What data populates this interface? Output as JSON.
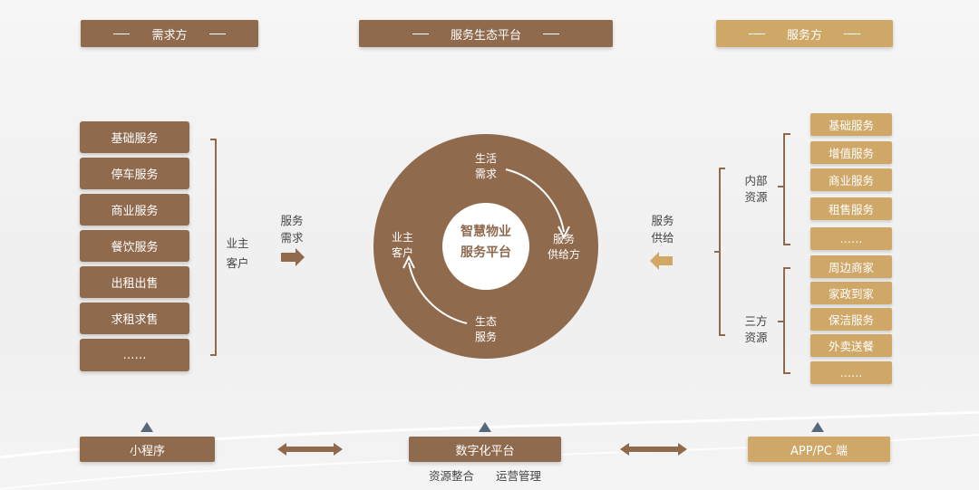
{
  "headers": {
    "demand": "需求方",
    "platform": "服务生态平台",
    "supply": "服务方"
  },
  "left_services": [
    "基础服务",
    "停车服务",
    "商业服务",
    "餐饮服务",
    "出租出售",
    "求租求售",
    "……"
  ],
  "left_group_label": [
    "业主",
    "客户"
  ],
  "left_arrow_label": [
    "服务",
    "需求"
  ],
  "circle": {
    "center": [
      "智慧物业",
      "服务平台"
    ],
    "top": [
      "生活",
      "需求"
    ],
    "right": [
      "服务",
      "供给方"
    ],
    "bottom": [
      "生态",
      "服务"
    ],
    "left": [
      "业主",
      "客户"
    ]
  },
  "right_arrow_label": [
    "服务",
    "供给"
  ],
  "internal": {
    "label": [
      "内部",
      "资源"
    ],
    "items": [
      "基础服务",
      "增值服务",
      "商业服务",
      "租售服务",
      "……"
    ]
  },
  "third_party": {
    "label": [
      "三方",
      "资源"
    ],
    "items": [
      "周边商家",
      "家政到家",
      "保洁服务",
      "外卖送餐",
      "……"
    ]
  },
  "bottom": {
    "mini_program": "小程序",
    "digital_platform": "数字化平台",
    "app_pc": "APP/PC 端",
    "sub_labels": [
      "资源整合",
      "运营管理"
    ]
  },
  "colors": {
    "brown": "#8f6a4d",
    "gold": "#cfa767"
  }
}
